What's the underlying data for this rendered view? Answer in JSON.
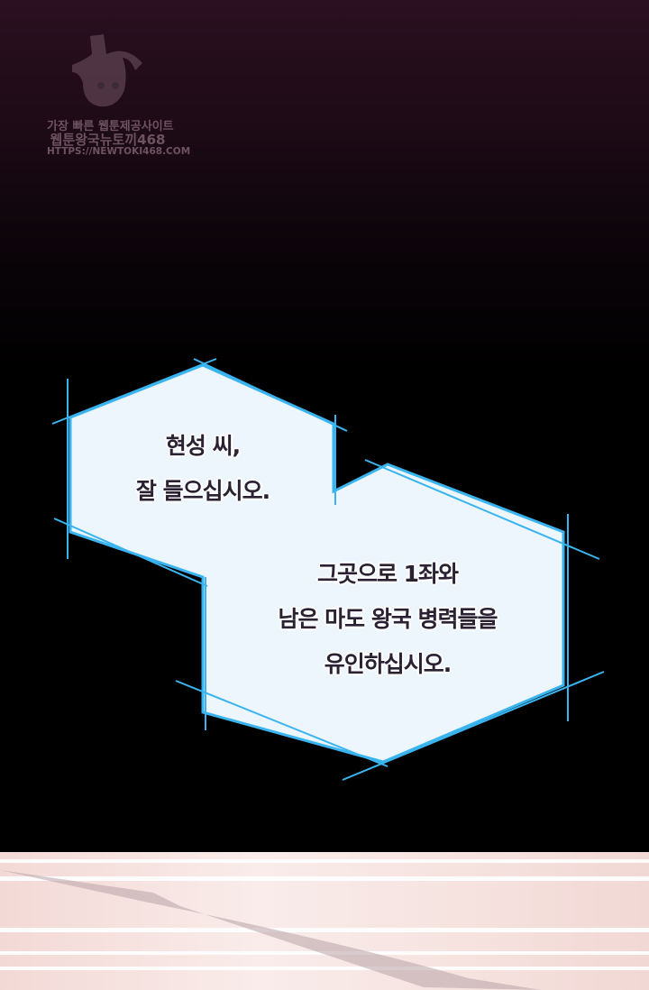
{
  "watermark": {
    "line1": "가장 빠른 웹툰제공사이트",
    "line2": "웹툰왕국뉴토끼468",
    "line3": "HTTPS://NEWTOKI468.COM"
  },
  "bubble": {
    "left_lines": [
      "현성 씨,",
      "잘 들으십시오."
    ],
    "right_lines": [
      "그곳으로 1좌와",
      "남은 마도 왕국 병력들을",
      "유인하십시오."
    ]
  },
  "colors": {
    "bubble_fill": "#eef6fd",
    "bubble_stroke": "#3ab4ef"
  }
}
